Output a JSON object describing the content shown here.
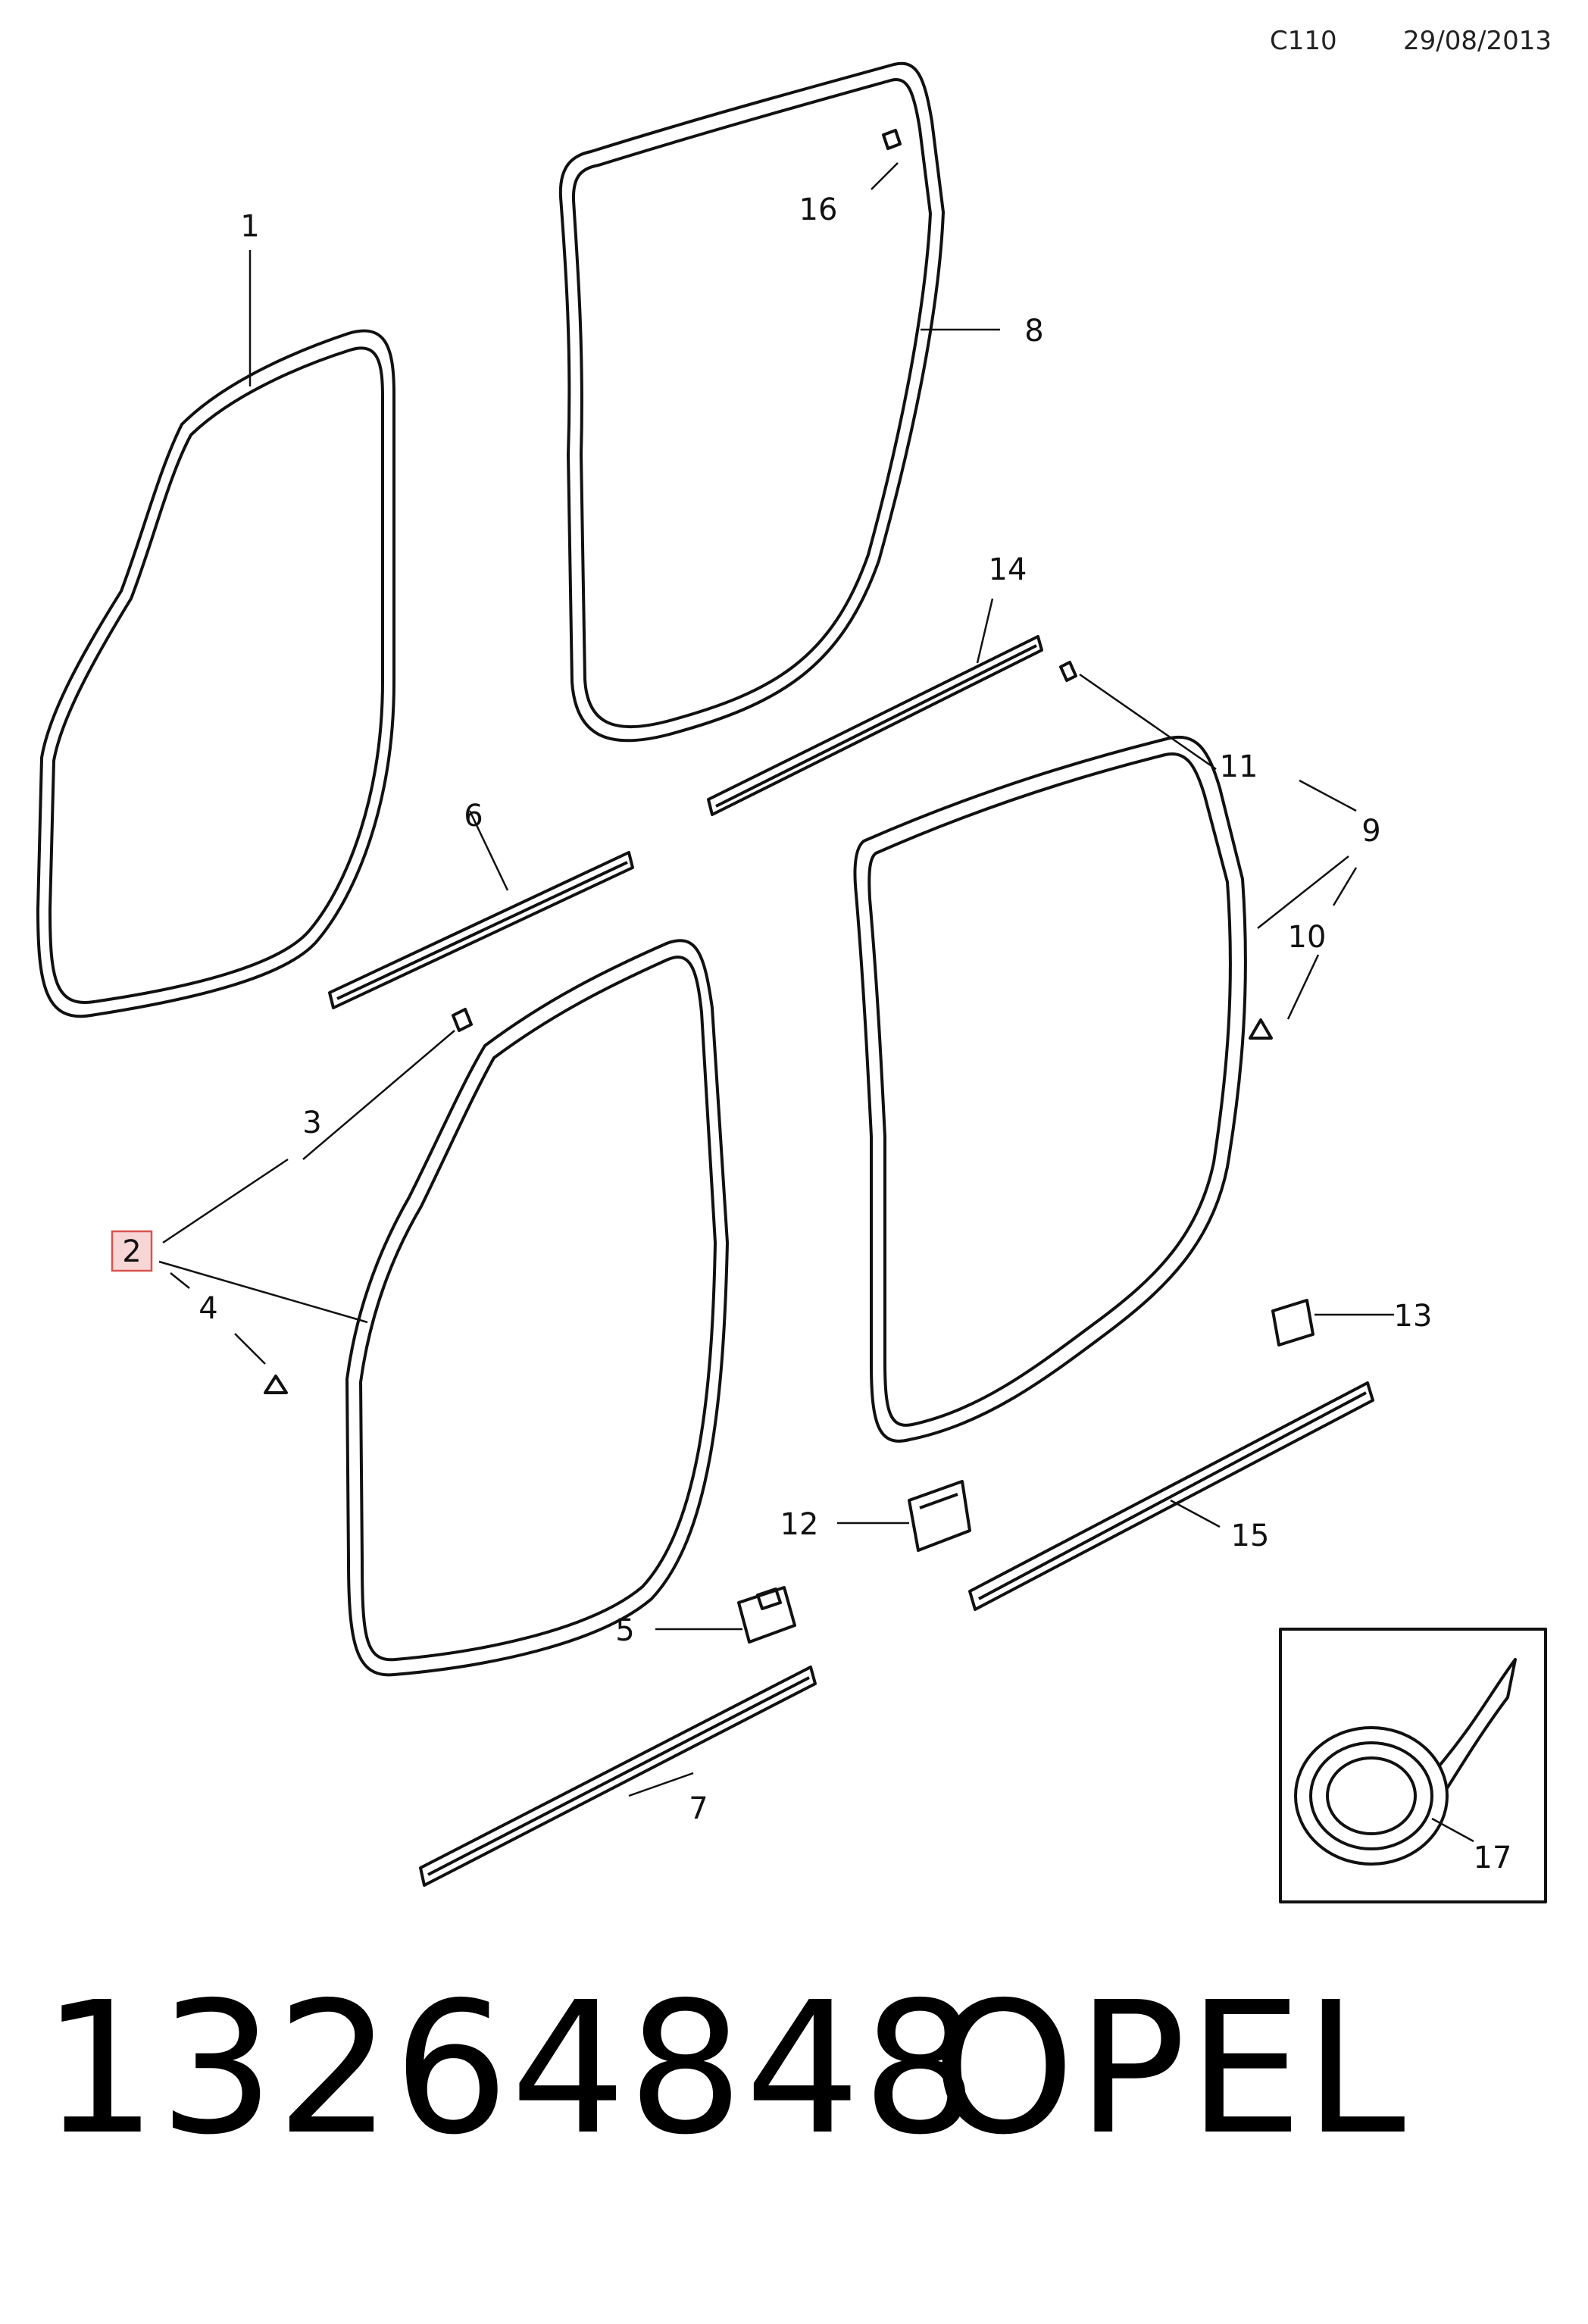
{
  "header": {
    "code": "C110",
    "date": "29/08/2013"
  },
  "callouts": [
    "1",
    "2",
    "3",
    "4",
    "5",
    "6",
    "7",
    "8",
    "9",
    "10",
    "11",
    "12",
    "13",
    "14",
    "15",
    "16",
    "17"
  ],
  "footer": {
    "part_number": "13264848",
    "brand": "OPEL"
  },
  "colors": {
    "line": "#111111",
    "highlight_stroke": "#d9534f",
    "highlight_fill": "#f9d6d6"
  }
}
